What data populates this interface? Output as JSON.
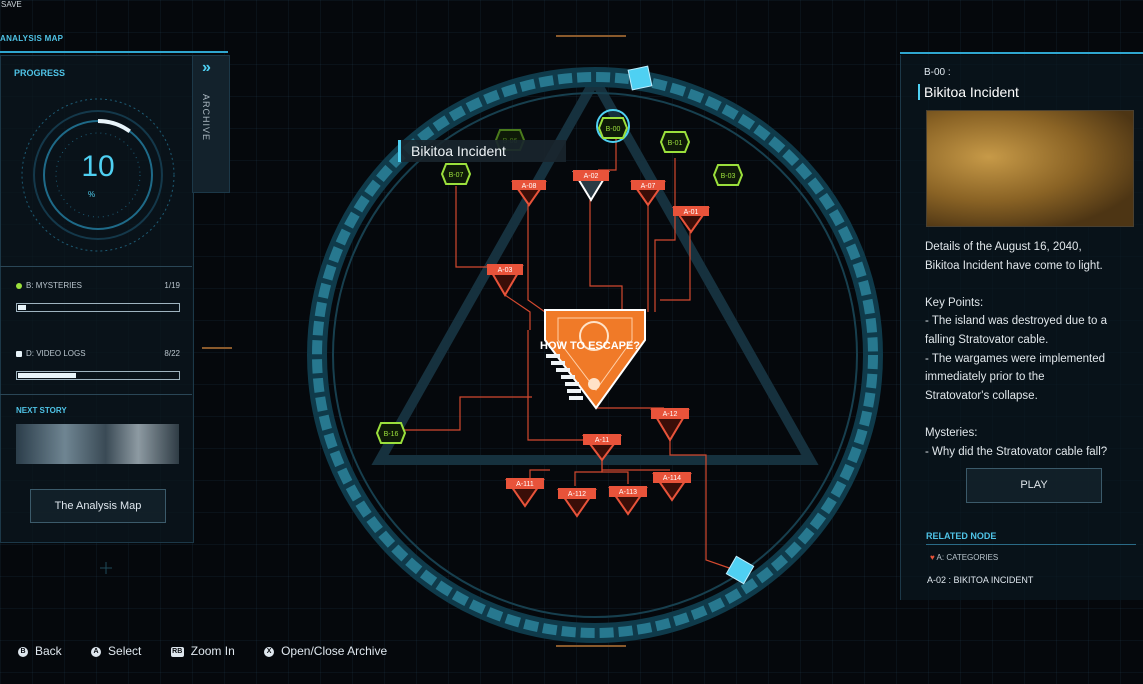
{
  "corner_text": "SAVE",
  "header": {
    "title": "ANALYSIS MAP"
  },
  "archive": {
    "label": "ARCHIVE"
  },
  "progress": {
    "title": "PROGRESS",
    "value": "10",
    "unit": "%",
    "fraction": 0.1
  },
  "stats": [
    {
      "label": "B: MYSTERIES",
      "count": "1/19",
      "fraction": 0.05,
      "color": "#9be03c"
    },
    {
      "label": "D: VIDEO LOGS",
      "count": "8/22",
      "fraction": 0.36,
      "color": "#e8f4fa"
    }
  ],
  "next_story": {
    "title": "NEXT STORY",
    "button_label": "The Analysis Map"
  },
  "map": {
    "selected_label": "Bikitoa Incident",
    "center_label": "HOW TO ESCAPE?",
    "nodes": [
      {
        "id": "B-06",
        "type": "green"
      },
      {
        "id": "B-00",
        "type": "green"
      },
      {
        "id": "B-01",
        "type": "green"
      },
      {
        "id": "B-07",
        "type": "green"
      },
      {
        "id": "B-03",
        "type": "green"
      },
      {
        "id": "B-16",
        "type": "green"
      },
      {
        "id": "A-08",
        "type": "red"
      },
      {
        "id": "A-02",
        "type": "red"
      },
      {
        "id": "A-07",
        "type": "red"
      },
      {
        "id": "A-01",
        "type": "red"
      },
      {
        "id": "A-03",
        "type": "red"
      },
      {
        "id": "A-12",
        "type": "red"
      },
      {
        "id": "A-11",
        "type": "red"
      },
      {
        "id": "A-111",
        "type": "red"
      },
      {
        "id": "A-112",
        "type": "red"
      },
      {
        "id": "A-113",
        "type": "red"
      },
      {
        "id": "A-114",
        "type": "red"
      }
    ]
  },
  "detail": {
    "code": "B-00 :",
    "title": "Bikitoa Incident",
    "description": "Details of the August 16, 2040,\nBikitoa Incident have come to light.\n\nKey Points:\n- The island was destroyed due to a\nfalling Stratovator cable.\n- The wargames were implemented\nimmediately prior to the\nStratovator's collapse.\n\nMysteries:\n- Why did the Stratovator cable fall?",
    "play_label": "PLAY"
  },
  "related": {
    "title": "RELATED NODE",
    "category": "A: CATEGORIES",
    "node": "A-02 : BIKITOA INCIDENT"
  },
  "footer": [
    {
      "button": "B",
      "label": "Back"
    },
    {
      "button": "A",
      "label": "Select"
    },
    {
      "button": "RB",
      "label": "Zoom In"
    },
    {
      "button": "X",
      "label": "Open/Close Archive"
    }
  ],
  "colors": {
    "accent": "#4fd0f2",
    "red_node": "#e8533a",
    "green_node": "#9be03c",
    "orange_center": "#f07a28"
  }
}
